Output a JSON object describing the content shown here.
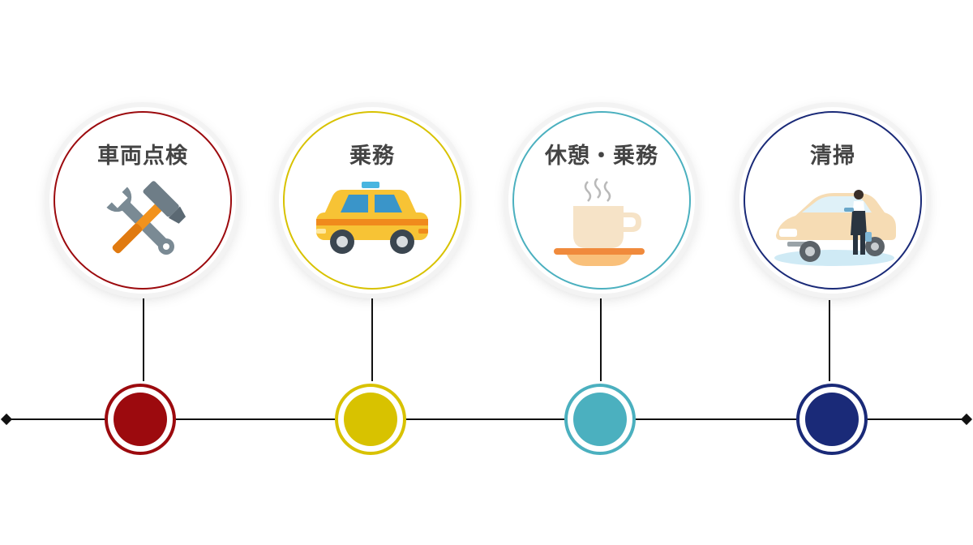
{
  "steps": [
    {
      "label": "車両点検",
      "color": "#9c0a0e",
      "icon": "tools-icon"
    },
    {
      "label": "乗務",
      "color": "#d8c200",
      "icon": "taxi-icon"
    },
    {
      "label": "休憩・乗務",
      "color": "#4bb0bf",
      "icon": "coffee-cup-icon"
    },
    {
      "label": "清掃",
      "color": "#1a2a78",
      "icon": "car-wash-icon"
    }
  ]
}
